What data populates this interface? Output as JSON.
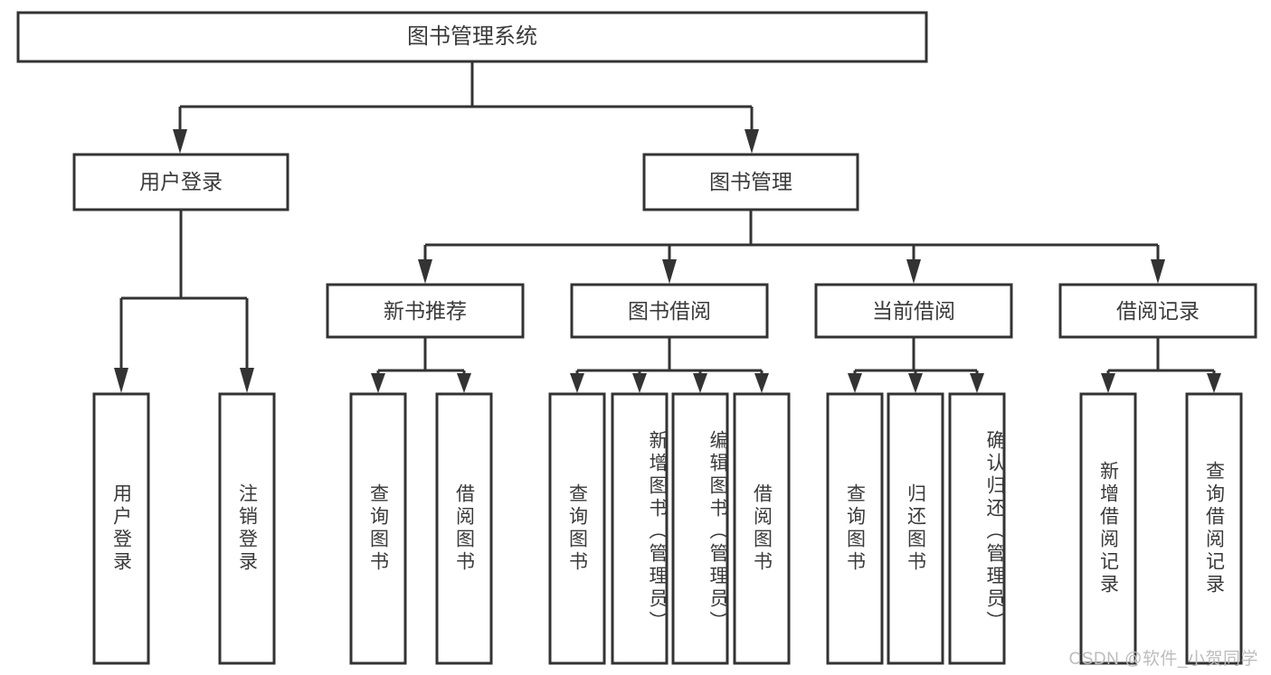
{
  "diagram": {
    "type": "tree",
    "title": "图书管理系统",
    "watermark": "CSDN @软件_小贺同学",
    "colors": {
      "stroke": "#333333",
      "fill": "#ffffff",
      "text": "#3a3a3a",
      "watermark": "#bdbdbd"
    },
    "nodes": {
      "root": {
        "label": "图书管理系统"
      },
      "level2": [
        {
          "label": "用户登录"
        },
        {
          "label": "图书管理"
        }
      ],
      "level3": [
        {
          "label": "新书推荐"
        },
        {
          "label": "图书借阅"
        },
        {
          "label": "当前借阅"
        },
        {
          "label": "借阅记录"
        }
      ],
      "leaves": {
        "user_login": [
          {
            "label": "用户登录"
          },
          {
            "label": "注销登录"
          }
        ],
        "new_book_recommend": [
          {
            "label": "查询图书"
          },
          {
            "label": "借阅图书"
          }
        ],
        "book_borrow": [
          {
            "label": "查询图书"
          },
          {
            "label": "新增图书（管理员）"
          },
          {
            "label": "编辑图书（管理员）"
          },
          {
            "label": "借阅图书"
          }
        ],
        "current_borrow": [
          {
            "label": "查询图书"
          },
          {
            "label": "归还图书"
          },
          {
            "label": "确认归还（管理员）"
          }
        ],
        "borrow_record": [
          {
            "label": "新增借阅记录"
          },
          {
            "label": "查询借阅记录"
          }
        ]
      }
    }
  }
}
